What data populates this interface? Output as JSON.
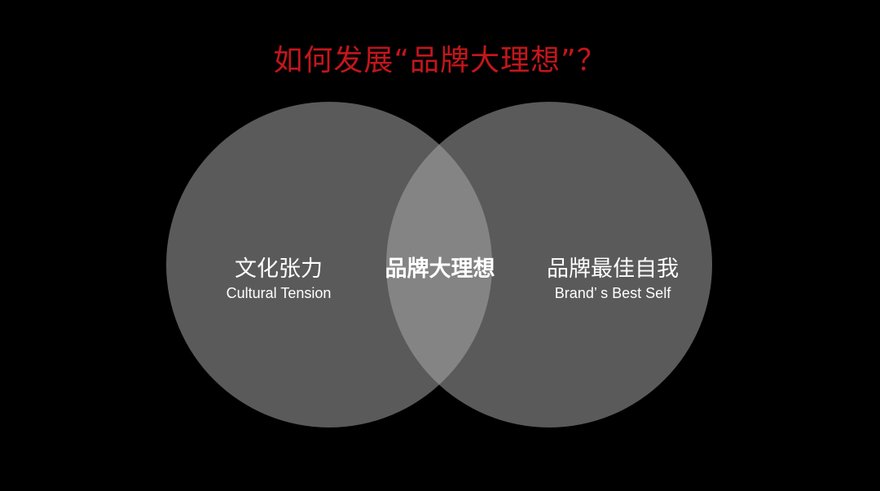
{
  "title": "如何发展“品牌大理想”？",
  "colors": {
    "background": "#000000",
    "title": "#c4161c",
    "circle_fill": "#5a5a5a",
    "overlap_fill": "#848484",
    "text": "#ffffff"
  },
  "diagram": {
    "left": {
      "label_zh": "文化张力",
      "label_en": "Cultural Tension"
    },
    "right": {
      "label_zh": "品牌最佳自我",
      "label_en": "Brand’ s Best Self"
    },
    "intersection": {
      "label_zh": "品牌大理想"
    }
  }
}
